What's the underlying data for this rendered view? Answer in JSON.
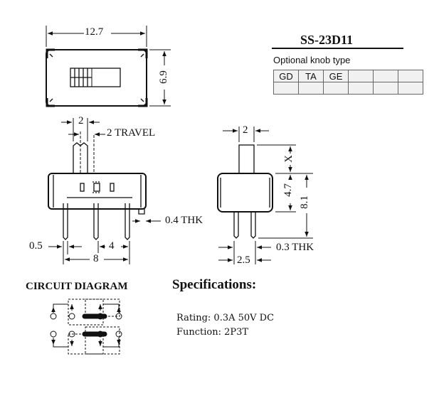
{
  "part_number": "SS-23D11",
  "knob": {
    "caption": "Optional knob type",
    "types": [
      "GD",
      "TA",
      "GE",
      "",
      "",
      ""
    ]
  },
  "dimensions": {
    "width": "12.7",
    "height": "6.9",
    "knob_width": "2",
    "travel": "2 TRAVEL",
    "side_width": "2",
    "x": "X",
    "h1": "4.7",
    "h2": "8.1",
    "pin_thk_front": "0.4 THK",
    "pin_offset": "0.5",
    "pin_span": "8",
    "pin_pitch": "4",
    "side_pitch": "2.5",
    "pin_thk_side": "0.3 THK"
  },
  "circuit": {
    "title": "CIRCUIT DIAGRAM"
  },
  "specs": {
    "title": "Specifications:",
    "rating": "Rating: 0.3A 50V DC",
    "function": "Function: 2P3T"
  },
  "colors": {
    "ink": "#111111",
    "body_fill": "#ffffff",
    "table_bg": "#f1f1f1"
  }
}
